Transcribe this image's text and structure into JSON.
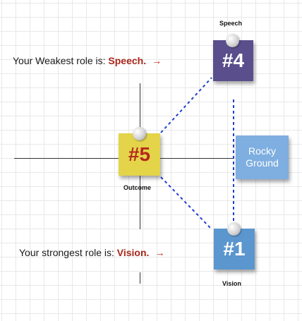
{
  "labels": {
    "speech": "Speech",
    "outcome": "Outcome",
    "vision": "Vision"
  },
  "notes": {
    "n4": "#4",
    "n5": "#5",
    "n1": "#1",
    "rocky": "Rocky Ground"
  },
  "messages": {
    "weakest_prefix": "Your Weakest role is: ",
    "weakest_role": "Speech.",
    "strongest_prefix": "Your strongest role is: ",
    "strongest_role": "Vision.",
    "arrow": "→"
  },
  "colors": {
    "note_4": "#5a4f8c",
    "note_5": "#e3d44a",
    "note_1": "#5b96cf",
    "rocky_ground": "#7faee0",
    "accent_red": "#a8261b",
    "connector": "#1f3fd0"
  }
}
